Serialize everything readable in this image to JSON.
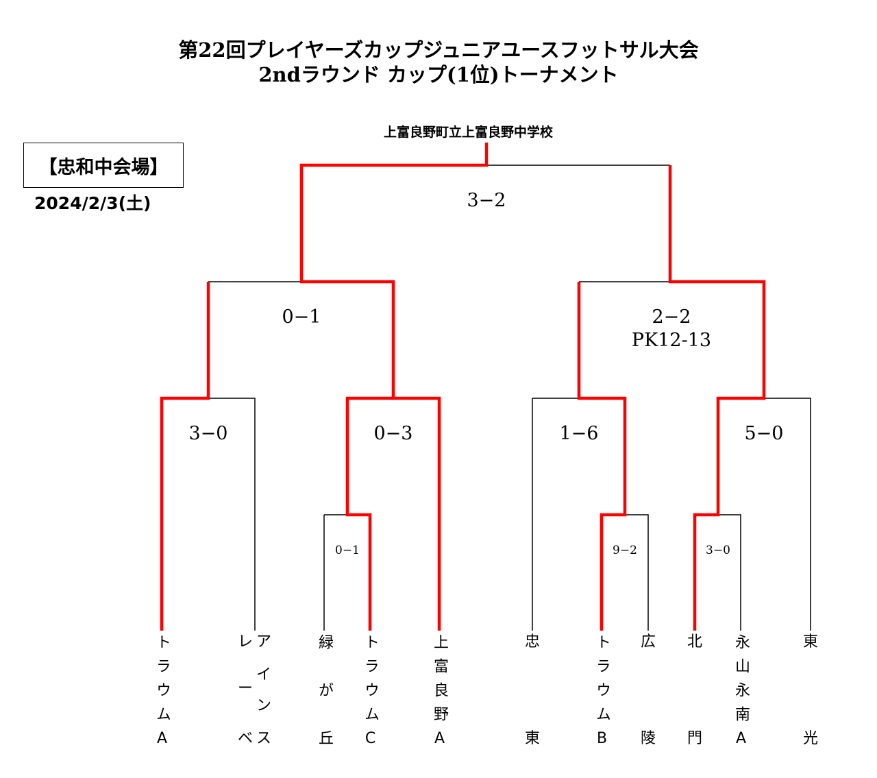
{
  "title": {
    "line1": "第22回プレイヤーズカップジュニアユースフットサル大会",
    "line2": "2ndラウンド カップ(1位)トーナメント"
  },
  "venue_top": "上富良野町立上富良野中学校",
  "site": "【忠和中会場】",
  "date": "2024/2/3(土)",
  "colors": {
    "winner_line": "#ff0000",
    "line": "#000000"
  },
  "scores": {
    "final": "3−2",
    "semi_left": "0−1",
    "semi_right": "2−2",
    "semi_right_pk": "PK12-13",
    "qf1": "3−0",
    "qf2": "0−3",
    "qf3": "1−6",
    "qf4": "5−0",
    "r1_a": "0−1",
    "r1_b": "9−2",
    "r1_c": "3−0"
  },
  "teams": [
    {
      "name": "トラウムA",
      "chars": [
        "ト",
        "ラ",
        "ウ",
        "ム",
        "A"
      ]
    },
    {
      "name": "アインス レーベ",
      "chars": [
        "ア",
        "イ",
        "ン",
        "ス"
      ],
      "chars2": [
        "レ",
        "ー",
        "ベ"
      ]
    },
    {
      "name": "緑が丘",
      "chars": [
        "緑",
        "が",
        "丘"
      ]
    },
    {
      "name": "トラウムC",
      "chars": [
        "ト",
        "ラ",
        "ウ",
        "ム",
        "C"
      ]
    },
    {
      "name": "上富良野A",
      "chars": [
        "上",
        "富",
        "良",
        "野",
        "A"
      ]
    },
    {
      "name": "忠東",
      "chars": [
        "忠",
        "東"
      ]
    },
    {
      "name": "トラウムB",
      "chars": [
        "ト",
        "ラ",
        "ウ",
        "ム",
        "B"
      ]
    },
    {
      "name": "広陵",
      "chars": [
        "広",
        "陵"
      ]
    },
    {
      "name": "北門",
      "chars": [
        "北",
        "門"
      ]
    },
    {
      "name": "永山永南A",
      "chars": [
        "永",
        "山",
        "永",
        "南",
        "A"
      ]
    },
    {
      "name": "東光",
      "chars": [
        "東",
        "光"
      ]
    }
  ]
}
